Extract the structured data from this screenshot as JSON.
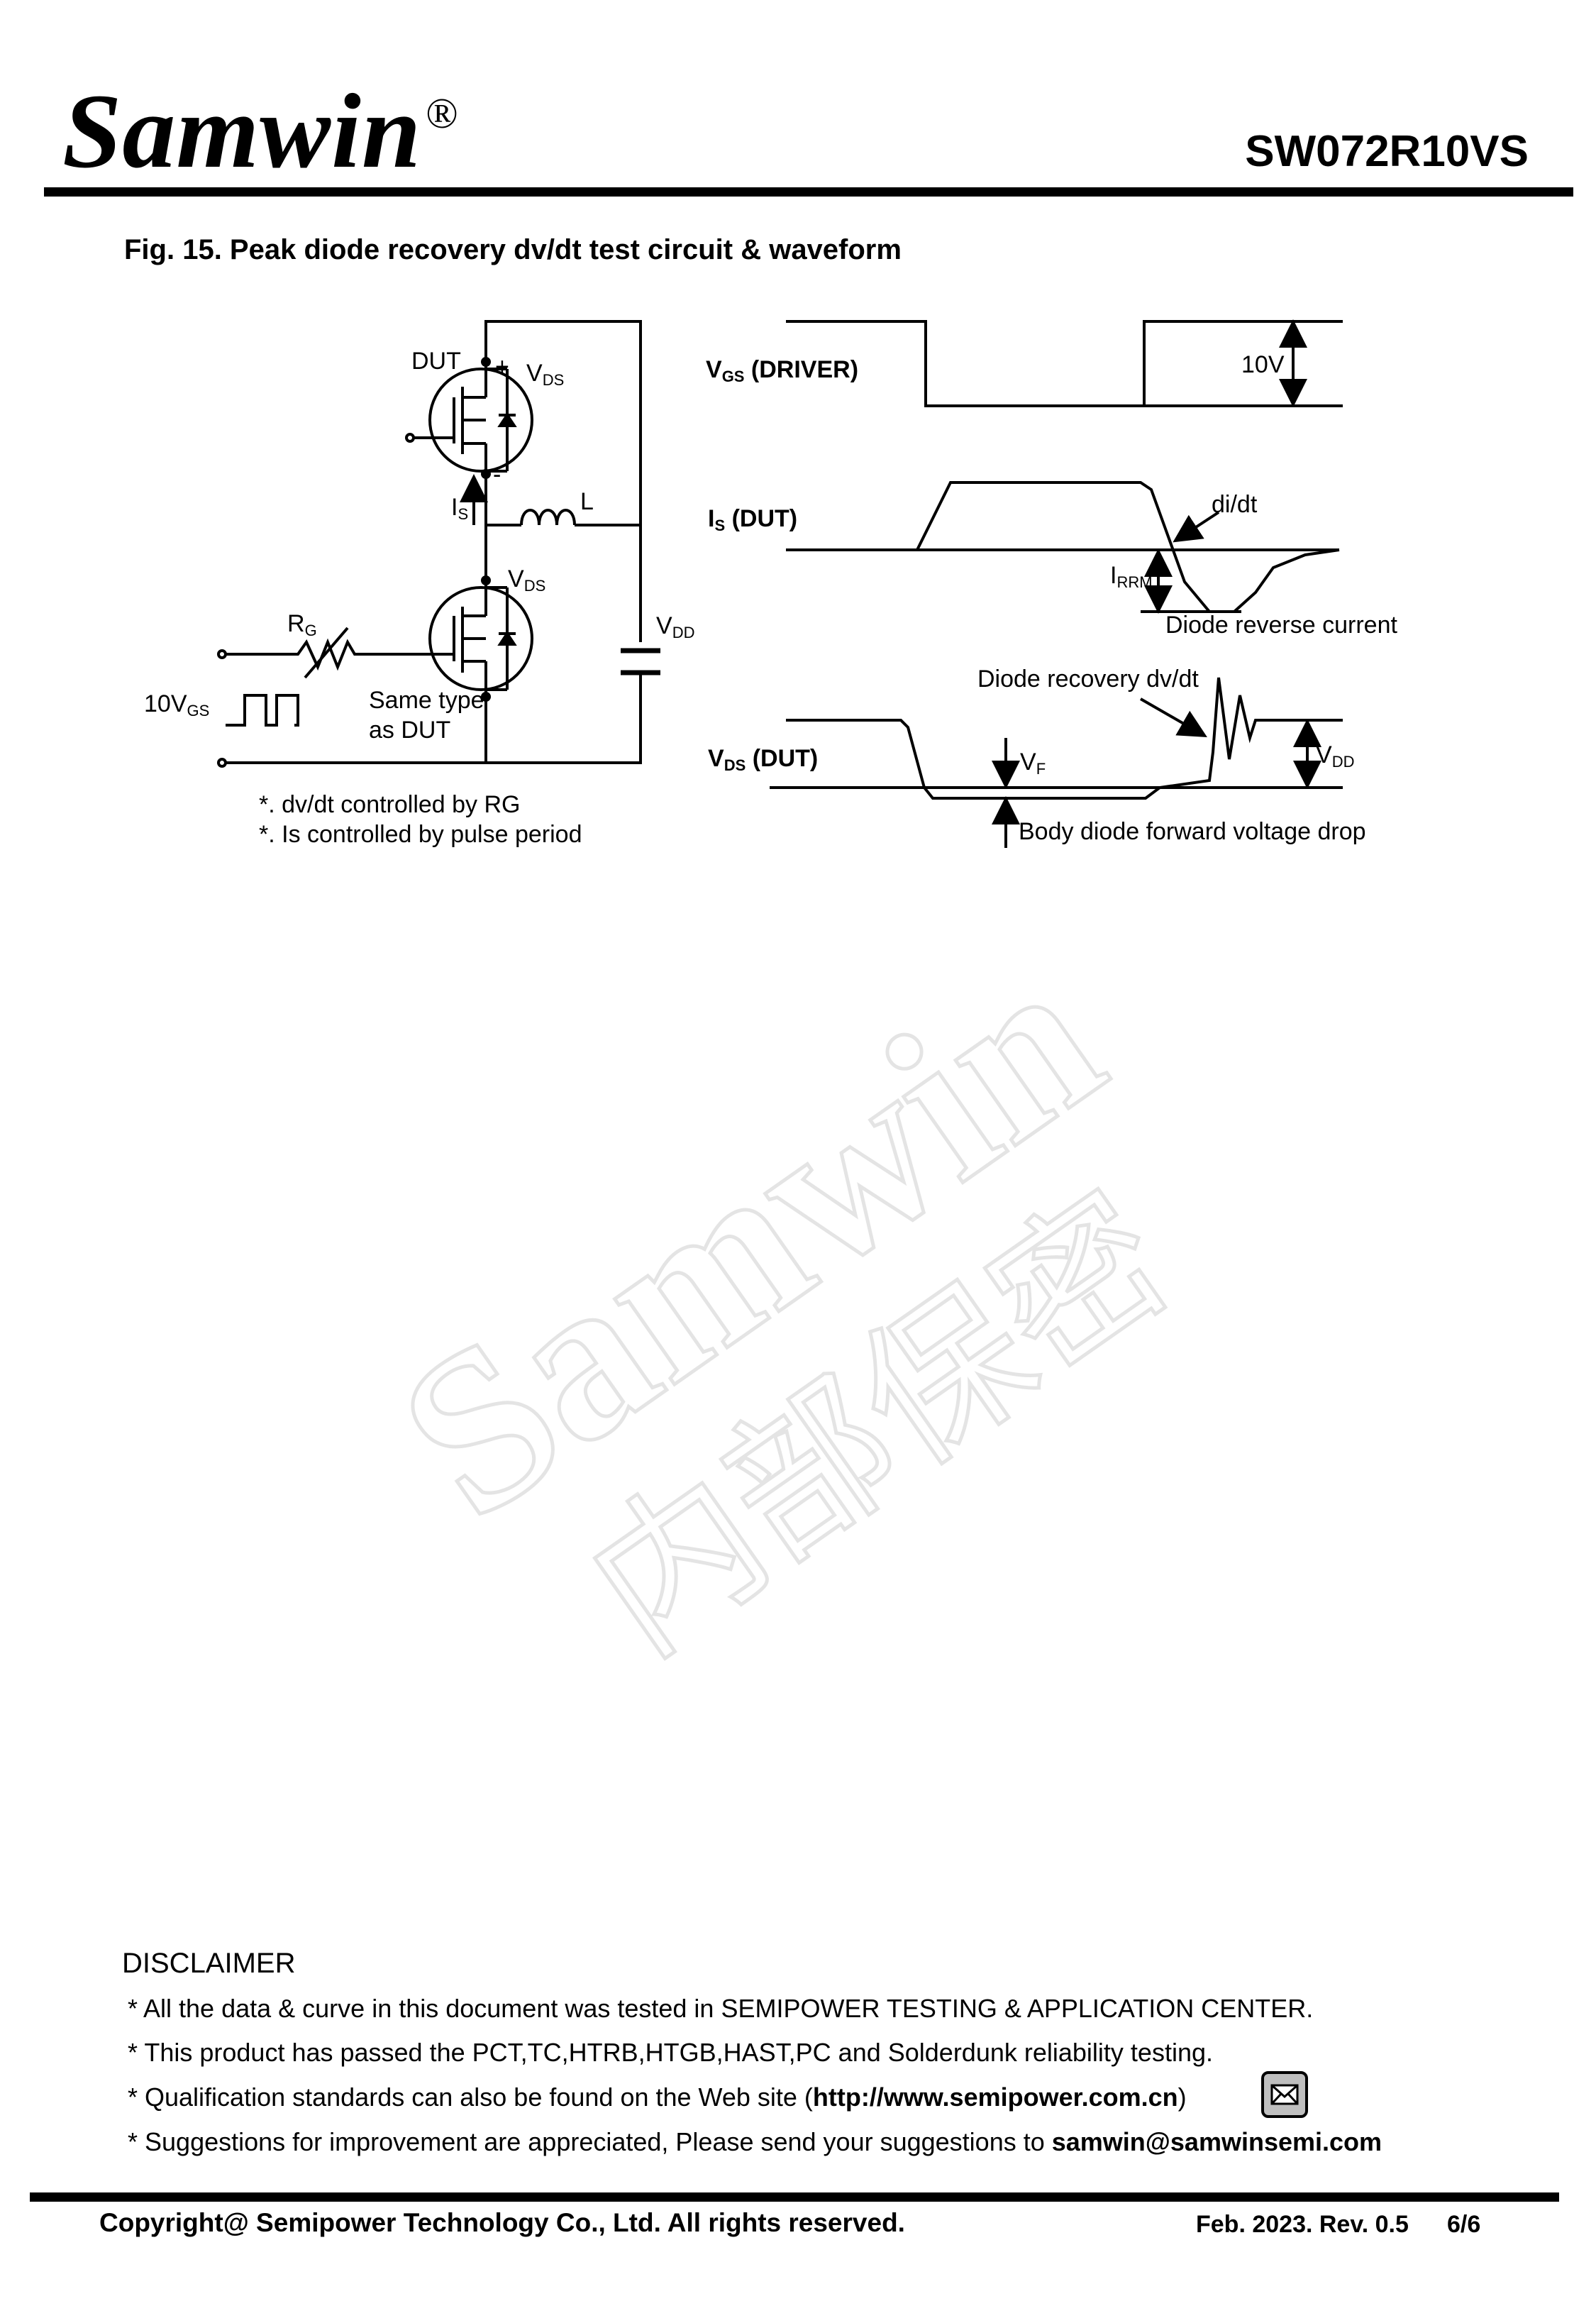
{
  "header": {
    "logo_text": "Samwin",
    "logo_mark": "®",
    "part_number": "SW072R10VS"
  },
  "figure": {
    "title": "Fig. 15. Peak diode recovery dv/dt test circuit & waveform",
    "circuit": {
      "dut_label": "DUT",
      "plus": "+",
      "minus": "-",
      "vds_main": "V",
      "vds_sub": "DS",
      "is_main": "I",
      "is_sub": "S",
      "inductor_label": "L",
      "vdd_main": "V",
      "vdd_sub": "DD",
      "rg_main": "R",
      "rg_sub": "G",
      "vgs_prefix": "10V",
      "vgs_sub": "GS",
      "same_type_line1": "Same type",
      "same_type_line2": "as DUT",
      "note1": "*. dv/dt controlled by RG",
      "note2": "*. Is controlled by pulse period"
    },
    "waveform": {
      "vgs_main": "V",
      "vgs_sub": "GS",
      "vgs_suffix": " (DRIVER)",
      "amplitude": "10V",
      "is_main": "I",
      "is_sub": "S",
      "is_suffix": " (DUT)",
      "didt": "di/dt",
      "irrm_main": "I",
      "irrm_sub": "RRM",
      "reverse_current": "Diode reverse current",
      "recovery_dvdt": "Diode recovery dv/dt",
      "vds_main": "V",
      "vds_sub": "DS",
      "vds_suffix": " (DUT)",
      "vf_main": "V",
      "vf_sub": "F",
      "vdd_main": "V",
      "vdd_sub": "DD",
      "body_diode": "Body diode forward voltage drop"
    }
  },
  "watermark": {
    "line1": "Samwin",
    "line2": "内部保密"
  },
  "disclaimer": {
    "title": "DISCLAIMER",
    "line1": "* All the data & curve in this document was tested in SEMIPOWER TESTING & APPLICATION CENTER.",
    "line2": "* This product has passed the PCT,TC,HTRB,HTGB,HAST,PC and Solderdunk reliability testing.",
    "line3_prefix": "* Qualification standards can also be found on the Web site (",
    "line3_url": "http://www.semipower.com.cn",
    "line3_suffix": ")",
    "line4_prefix": "* Suggestions for improvement are appreciated, Please send your suggestions to ",
    "line4_email": "samwin@samwinsemi.com"
  },
  "footer": {
    "copyright": "Copyright@ Semipower Technology Co., Ltd. All rights reserved.",
    "revision": "Feb. 2023. Rev. 0.5",
    "page": "6/6"
  }
}
